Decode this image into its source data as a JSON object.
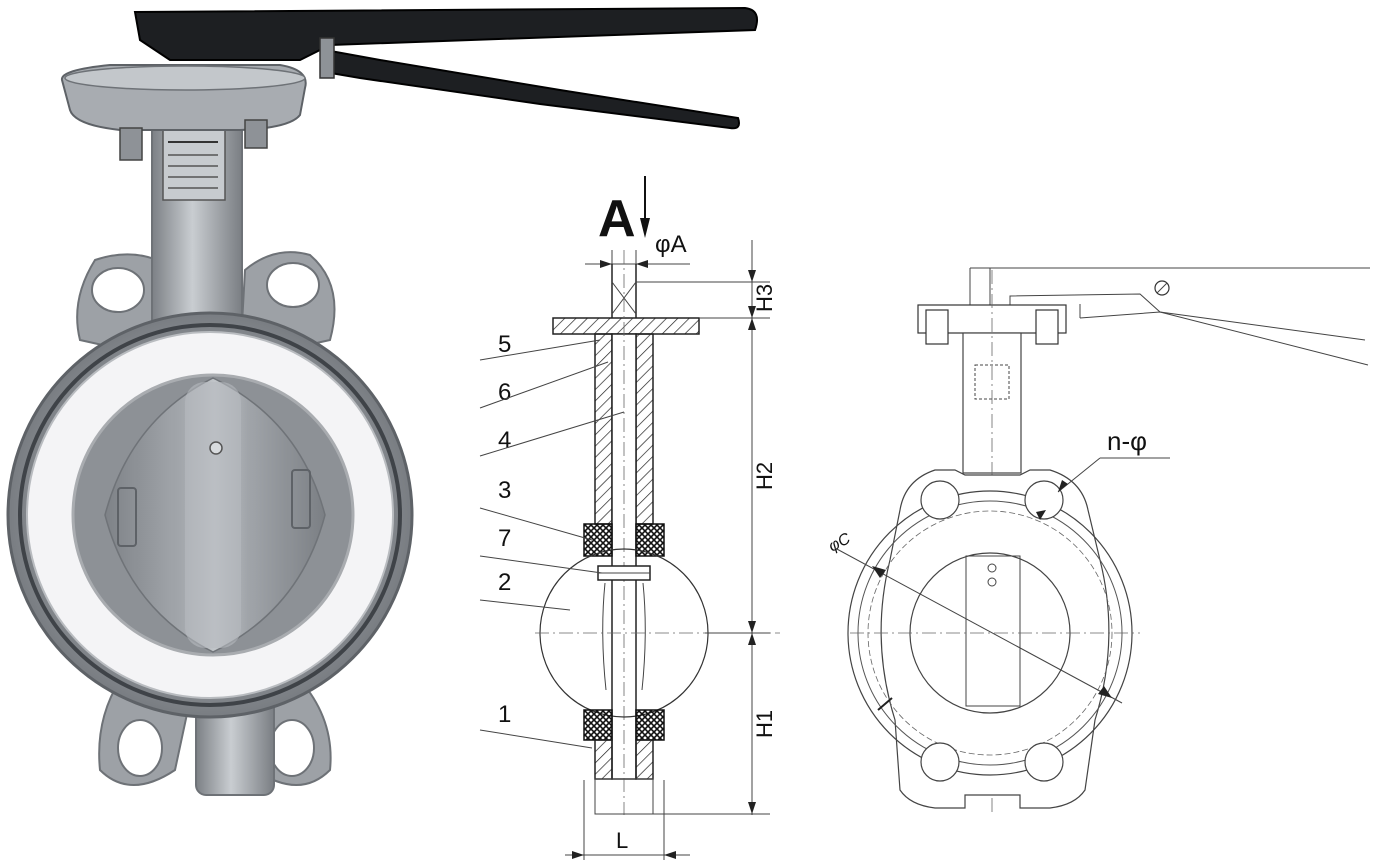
{
  "section_view": {
    "view_label": "A",
    "bore_label": "φA",
    "dimension_labels": [
      "H3",
      "H2",
      "H1",
      "L"
    ],
    "part_numbers": [
      "5",
      "6",
      "4",
      "3",
      "7",
      "2",
      "1"
    ]
  },
  "front_view": {
    "hole_label": "n-φ",
    "pcd_label": "φC"
  },
  "colors": {
    "ink": "#222222",
    "liner": "#f4f4f6",
    "body_steel": "#9a9ea3",
    "handle": "#1d1f22"
  }
}
